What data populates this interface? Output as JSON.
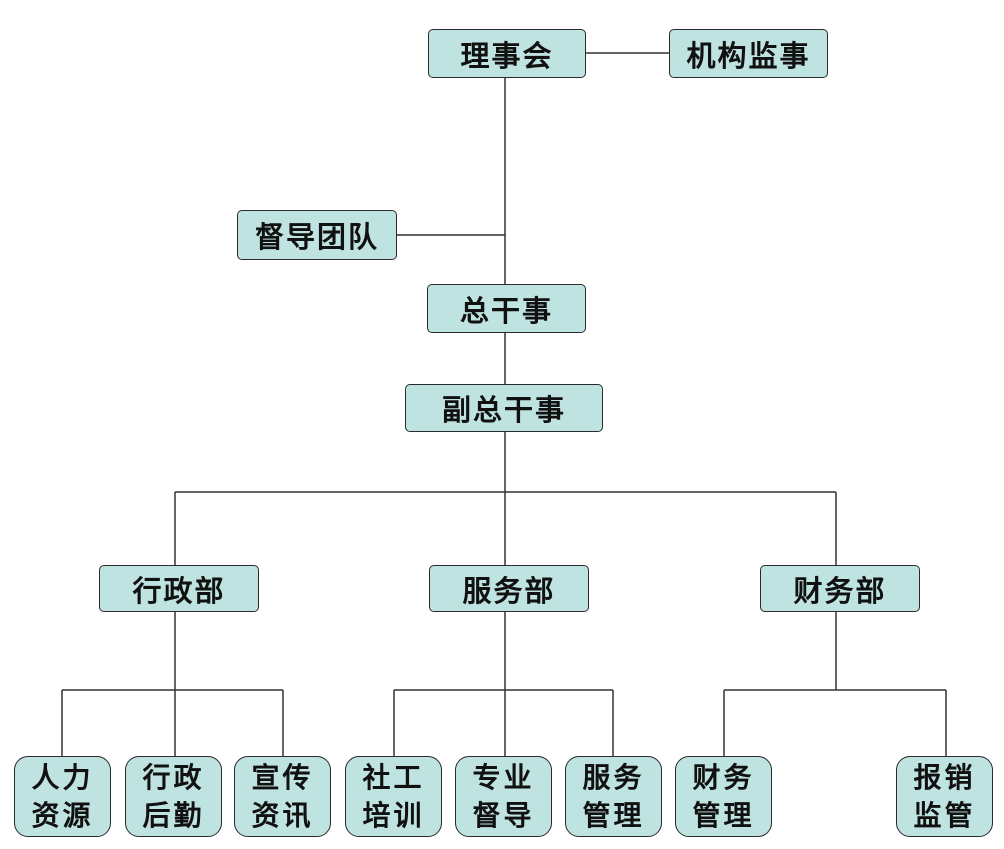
{
  "colors": {
    "node_fill": "#bfe3e1",
    "node_border": "#2a2a2a",
    "connector": "#333333",
    "text": "#111111"
  },
  "org": {
    "board": "理事会",
    "supervisor": "机构监事",
    "supervision_team": "督导团队",
    "director_general": "总干事",
    "deputy_director": "副总干事",
    "departments": {
      "admin": {
        "label": "行政部",
        "units": [
          {
            "line1": "人力",
            "line2": "资源"
          },
          {
            "line1": "行政",
            "line2": "后勤"
          },
          {
            "line1": "宣传",
            "line2": "资讯"
          }
        ]
      },
      "service": {
        "label": "服务部",
        "units": [
          {
            "line1": "社工",
            "line2": "培训"
          },
          {
            "line1": "专业",
            "line2": "督导"
          },
          {
            "line1": "服务",
            "line2": "管理"
          }
        ]
      },
      "finance": {
        "label": "财务部",
        "units": [
          {
            "line1": "财务",
            "line2": "管理"
          },
          {
            "line1": "报销",
            "line2": "监管"
          }
        ]
      }
    }
  }
}
